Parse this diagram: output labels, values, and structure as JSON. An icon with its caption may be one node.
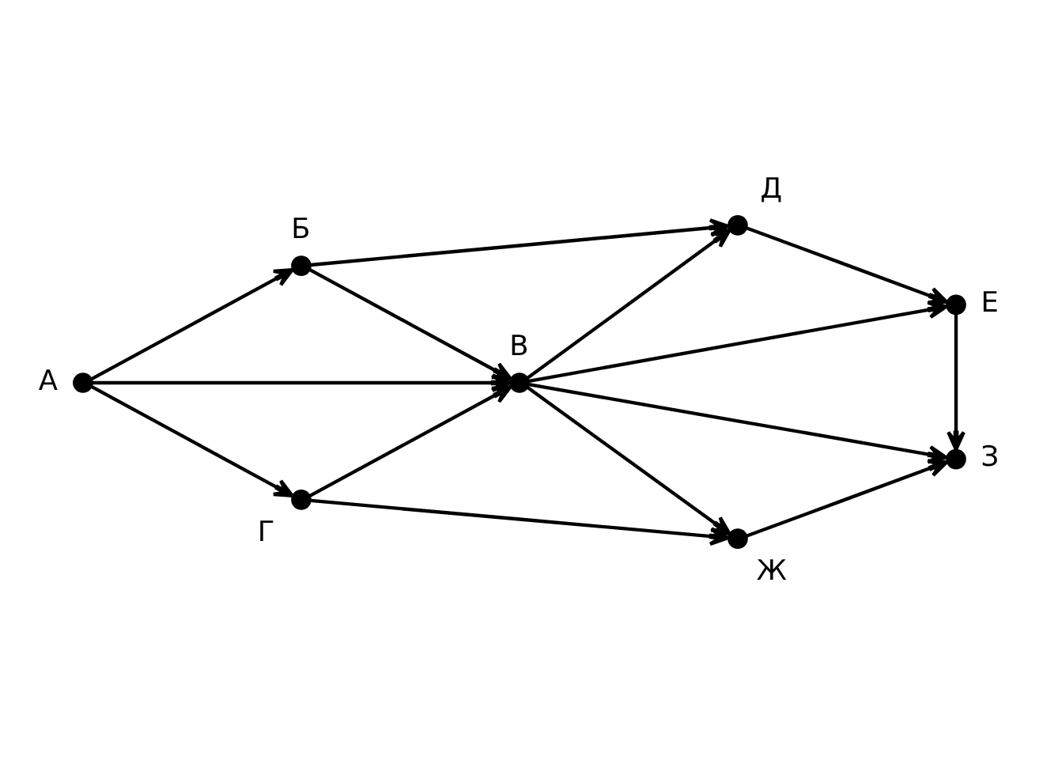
{
  "diagram": {
    "nodes": [
      {
        "text": [],
        "shape": "circle",
        "beside": [
          "А"
        ]
      },
      {
        "text": [],
        "shape": "circle",
        "beside": [
          "Б"
        ]
      },
      {
        "text": [],
        "shape": "circle",
        "beside": [
          "В"
        ]
      },
      {
        "text": [],
        "shape": "circle",
        "beside": [
          "Г"
        ]
      },
      {
        "text": [],
        "shape": "circle",
        "beside": [
          "Д"
        ]
      },
      {
        "text": [],
        "shape": "circle",
        "beside": [
          "Е"
        ]
      },
      {
        "text": [],
        "shape": "circle",
        "beside": [
          "Ж"
        ]
      },
      {
        "text": [],
        "shape": "circle",
        "beside": [
          "З"
        ]
      }
    ],
    "edges": [
      {
        "from": 0,
        "to": 1,
        "arrow": "to"
      },
      {
        "from": 0,
        "to": 2,
        "arrow": "to"
      },
      {
        "from": 0,
        "to": 3,
        "arrow": "to"
      },
      {
        "from": 1,
        "to": 4,
        "arrow": "to"
      },
      {
        "from": 1,
        "to": 2,
        "arrow": "to"
      },
      {
        "from": 3,
        "to": 2,
        "arrow": "to"
      },
      {
        "from": 2,
        "to": 4,
        "arrow": "to"
      },
      {
        "from": 2,
        "to": 5,
        "arrow": "to"
      },
      {
        "from": 2,
        "to": 7,
        "arrow": "to"
      },
      {
        "from": 2,
        "to": 6,
        "arrow": "to"
      },
      {
        "from": 3,
        "to": 6,
        "arrow": "to"
      },
      {
        "from": 4,
        "to": 5,
        "arrow": "to"
      },
      {
        "from": 5,
        "to": 7,
        "arrow": "to"
      },
      {
        "from": 6,
        "to": 7,
        "arrow": "to"
      }
    ]
  }
}
